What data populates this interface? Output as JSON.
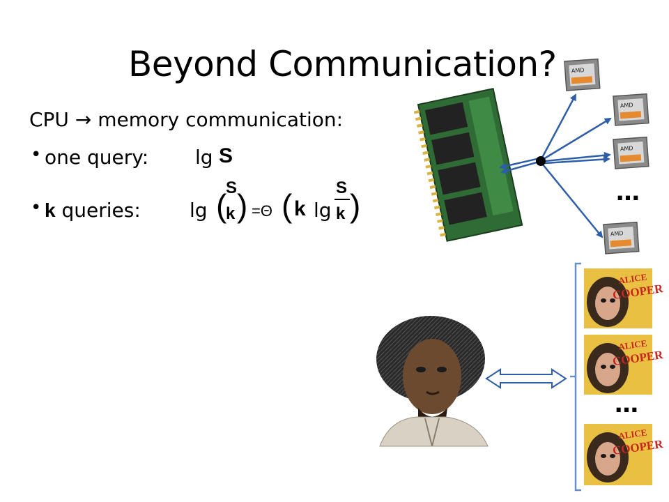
{
  "slide": {
    "title": "Beyond Communication?",
    "intro": "CPU → memory communication:",
    "bullet1": {
      "label": "one query:",
      "expr_lg": "lg",
      "expr_S": "S"
    },
    "bullet2": {
      "label_k": "k",
      "label_rest": " queries:",
      "lg1": "lg",
      "binom_top": "S",
      "binom_bottom": "k",
      "eq_theta": "=Θ",
      "k": "k",
      "lg2": "lg",
      "frac_top": "S",
      "frac_bottom": "k"
    },
    "ellipsis_cpus": "…",
    "ellipsis_albums": "…"
  },
  "icons": {
    "memory": "memory-module-icon",
    "cpu": "amd-cpu-chip-icon",
    "portrait": "person-portrait-icon",
    "album": "album-cover-icon"
  },
  "colors": {
    "arrow": "#2e5ea8",
    "bracket": "#6a8fc8"
  },
  "album_text": "ALICE COOPER"
}
